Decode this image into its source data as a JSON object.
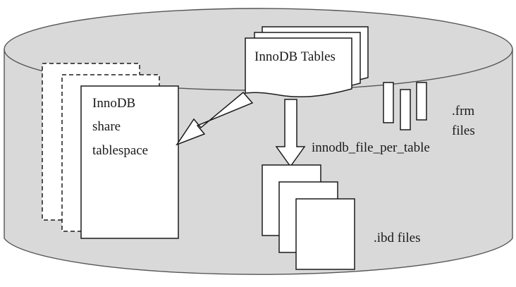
{
  "colors": {
    "cylinder_fill": "#d9d9d9",
    "cylinder_stroke": "#555555",
    "shape_fill": "#ffffff",
    "line": "#1a1a1a"
  },
  "diagram": {
    "innodb_tables_label": "InnoDB Tables",
    "shared_tablespace_lines": [
      "InnoDB",
      "share",
      "tablespace"
    ],
    "file_per_table_label": "innodb_file_per_table",
    "frm_lines": [
      ".frm",
      "files"
    ],
    "ibd_label": ".ibd files"
  }
}
